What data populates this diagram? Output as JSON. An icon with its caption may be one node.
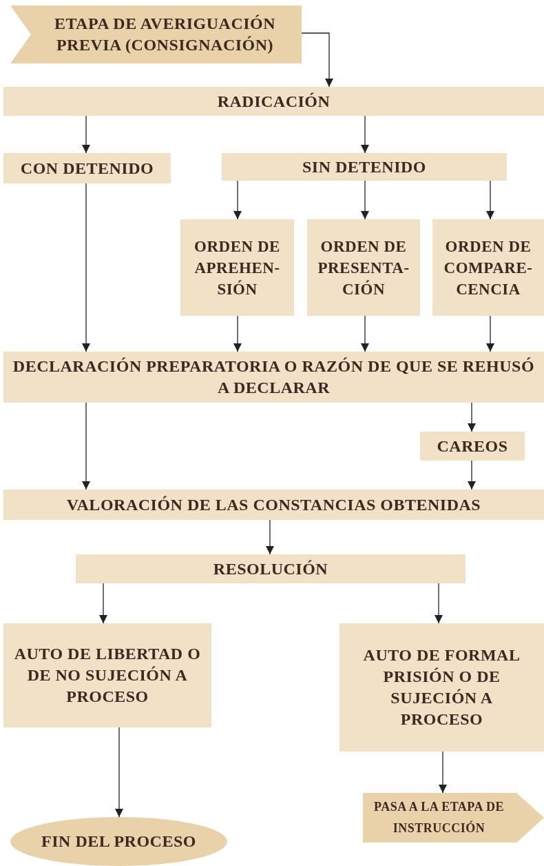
{
  "diagram": {
    "nodes": [
      {
        "text": [
          "ETAPA DE AVERIGUACIÓN PREVIA (CONSIGNACIÓN)"
        ]
      },
      {
        "text": [
          "RADICACIÓN"
        ]
      },
      {
        "text": [
          "CON DETENIDO"
        ]
      },
      {
        "text": [
          "SIN DETENIDO"
        ]
      },
      {
        "text": [
          "ORDEN DE APREHEN-SIÓN"
        ]
      },
      {
        "text": [
          "ORDEN DE PRESENTA-CIÓN"
        ]
      },
      {
        "text": [
          "ORDEN DE COMPARE-CENCIA"
        ]
      },
      {
        "text": [
          "DECLARACIÓN PREPARATORIA O RAZÓN DE QUE SE REHUSÓ A DECLARAR"
        ]
      },
      {
        "text": [
          "CAREOS"
        ]
      },
      {
        "text": [
          "VALORACIÓN DE LAS CONSTANCIAS OBTENIDAS"
        ]
      },
      {
        "text": [
          "RESOLUCIÓN"
        ]
      },
      {
        "text": [
          "AUTO DE LIBERTAD O DE NO SUJECIÓN A PROCESO"
        ]
      },
      {
        "text": [
          "AUTO DE FORMAL PRISIÓN O DE SUJECIÓN A PROCESO"
        ]
      },
      {
        "text": [
          "PASA A LA ETAPA DE INSTRUCCIÓN"
        ]
      },
      {
        "text": [
          "FIN DEL PROCESO"
        ]
      }
    ],
    "edges": [
      {
        "from": 0,
        "to": 1,
        "arrow": "to"
      },
      {
        "from": 1,
        "to": 2,
        "arrow": "to"
      },
      {
        "from": 1,
        "to": 3,
        "arrow": "to"
      },
      {
        "from": 3,
        "to": 4,
        "arrow": "to"
      },
      {
        "from": 3,
        "to": 5,
        "arrow": "to"
      },
      {
        "from": 3,
        "to": 6,
        "arrow": "to"
      },
      {
        "from": 2,
        "to": 7,
        "arrow": "to"
      },
      {
        "from": 4,
        "to": 7,
        "arrow": "to"
      },
      {
        "from": 5,
        "to": 7,
        "arrow": "to"
      },
      {
        "from": 6,
        "to": 7,
        "arrow": "to"
      },
      {
        "from": 7,
        "to": 8,
        "arrow": "to"
      },
      {
        "from": 7,
        "to": 9,
        "arrow": "to"
      },
      {
        "from": 8,
        "to": 9,
        "arrow": "to"
      },
      {
        "from": 9,
        "to": 10,
        "arrow": "to"
      },
      {
        "from": 10,
        "to": 11,
        "arrow": "to"
      },
      {
        "from": 10,
        "to": 12,
        "arrow": "to"
      },
      {
        "from": 11,
        "to": 14,
        "arrow": "to"
      },
      {
        "from": 12,
        "to": 13,
        "arrow": "to"
      }
    ]
  }
}
